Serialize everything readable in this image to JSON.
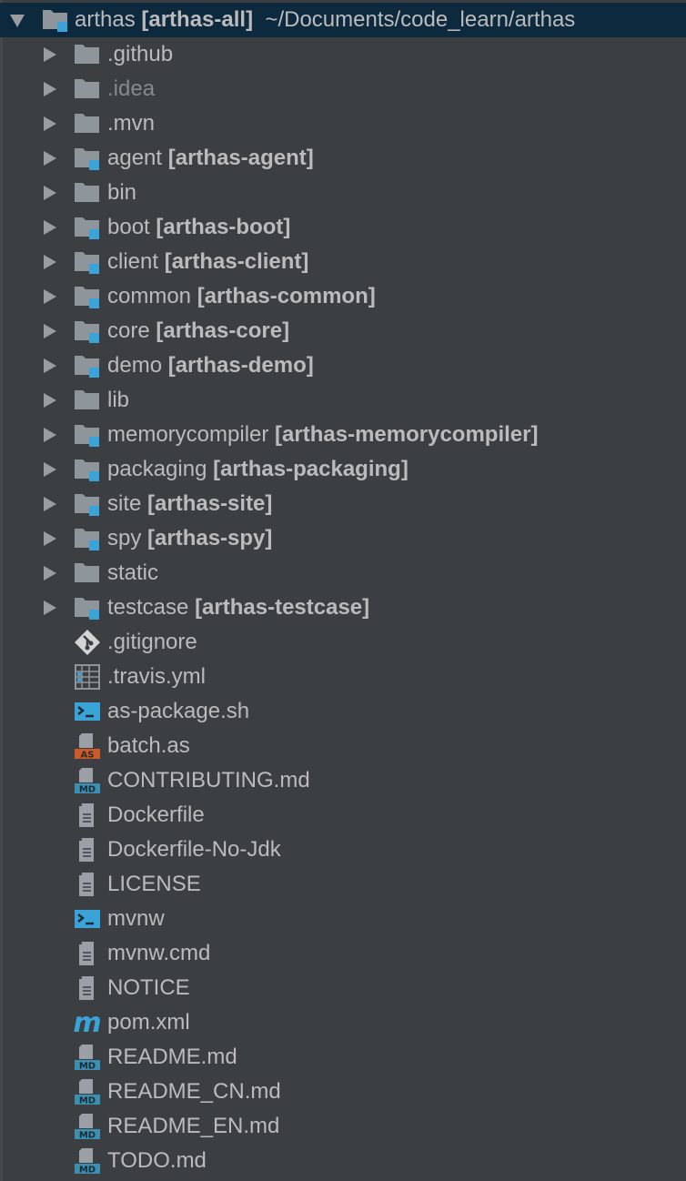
{
  "root": {
    "name": "arthas",
    "module": "[arthas-all]",
    "path": "~/Documents/code_learn/arthas",
    "icon": "module-folder-icon"
  },
  "colors": {
    "background": "#3c3f41",
    "selection": "#0d293e",
    "text": "#bbbbbb",
    "folder": "#8e959b",
    "module_badge": "#3aa3d8",
    "md_badge": "#3c8fb0",
    "as_badge": "#cc5a28",
    "maven": "#3aa3d8"
  },
  "items": [
    {
      "name": ".github",
      "type": "folder"
    },
    {
      "name": ".idea",
      "type": "folder",
      "dim": true
    },
    {
      "name": ".mvn",
      "type": "folder"
    },
    {
      "name": "agent",
      "module": "[arthas-agent]",
      "type": "module"
    },
    {
      "name": "bin",
      "type": "folder"
    },
    {
      "name": "boot",
      "module": "[arthas-boot]",
      "type": "module"
    },
    {
      "name": "client",
      "module": "[arthas-client]",
      "type": "module"
    },
    {
      "name": "common",
      "module": "[arthas-common]",
      "type": "module"
    },
    {
      "name": "core",
      "module": "[arthas-core]",
      "type": "module"
    },
    {
      "name": "demo",
      "module": "[arthas-demo]",
      "type": "module"
    },
    {
      "name": "lib",
      "type": "folder"
    },
    {
      "name": "memorycompiler",
      "module": "[arthas-memorycompiler]",
      "type": "module"
    },
    {
      "name": "packaging",
      "module": "[arthas-packaging]",
      "type": "module"
    },
    {
      "name": "site",
      "module": "[arthas-site]",
      "type": "module"
    },
    {
      "name": "spy",
      "module": "[arthas-spy]",
      "type": "module"
    },
    {
      "name": "static",
      "type": "folder"
    },
    {
      "name": "testcase",
      "module": "[arthas-testcase]",
      "type": "module"
    },
    {
      "name": ".gitignore",
      "type": "git"
    },
    {
      "name": ".travis.yml",
      "type": "yaml"
    },
    {
      "name": "as-package.sh",
      "type": "shell"
    },
    {
      "name": "batch.as",
      "type": "as",
      "badge": "AS"
    },
    {
      "name": "CONTRIBUTING.md",
      "type": "md",
      "badge": "MD"
    },
    {
      "name": "Dockerfile",
      "type": "text"
    },
    {
      "name": "Dockerfile-No-Jdk",
      "type": "text"
    },
    {
      "name": "LICENSE",
      "type": "text"
    },
    {
      "name": "mvnw",
      "type": "shell"
    },
    {
      "name": "mvnw.cmd",
      "type": "text"
    },
    {
      "name": "NOTICE",
      "type": "text"
    },
    {
      "name": "pom.xml",
      "type": "maven",
      "badge": "m"
    },
    {
      "name": "README.md",
      "type": "md",
      "badge": "MD"
    },
    {
      "name": "README_CN.md",
      "type": "md",
      "badge": "MD"
    },
    {
      "name": "README_EN.md",
      "type": "md",
      "badge": "MD"
    },
    {
      "name": "TODO.md",
      "type": "md",
      "badge": "MD"
    }
  ]
}
